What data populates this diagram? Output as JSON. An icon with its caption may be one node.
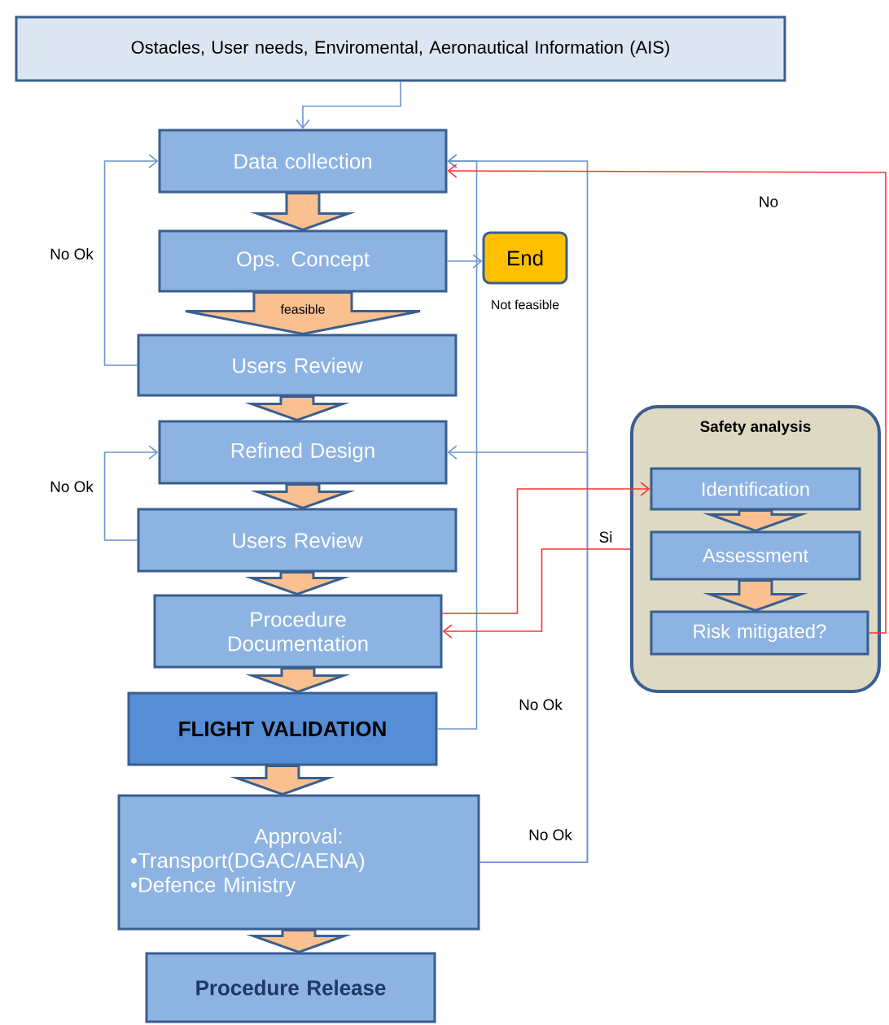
{
  "diagram": {
    "nodes": [
      {
        "text": [
          "Ostacles, User needs, Enviromental, Aeronautical Information (AIS)"
        ]
      },
      {
        "text": [
          "Data collection"
        ]
      },
      {
        "text": [
          "Ops. Concept"
        ]
      },
      {
        "text": [
          "End"
        ],
        "beside": [
          "Not feasible"
        ]
      },
      {
        "text": [
          "Users Review"
        ]
      },
      {
        "text": [
          "Refined Design"
        ]
      },
      {
        "text": [
          "Users Review"
        ]
      },
      {
        "text": [
          "Procedure Documentation"
        ]
      },
      {
        "text": [
          "FLIGHT VALIDATION"
        ]
      },
      {
        "text": [
          "Approval:",
          "•Transport(DGAC/AENA)",
          "•Defence Ministry"
        ]
      },
      {
        "text": [
          "Procedure Release"
        ]
      },
      {
        "text": [
          "Safety analysis"
        ]
      },
      {
        "text": [
          "Identification"
        ],
        "in": 11
      },
      {
        "text": [
          "Assessment"
        ],
        "in": 11
      },
      {
        "text": [
          "Risk mitigated?"
        ],
        "in": 11
      }
    ],
    "edges": [
      {
        "from": 0,
        "to": 1,
        "arrow": "to"
      },
      {
        "from": 1,
        "to": 2,
        "arrow": "to",
        "style": "thick"
      },
      {
        "from": 2,
        "to": 3,
        "arrow": "to"
      },
      {
        "from": 2,
        "to": 4,
        "arrow": "to",
        "style": "thick",
        "label": "feasible"
      },
      {
        "from": 4,
        "to": 1,
        "arrow": "to",
        "label": "No Ok"
      },
      {
        "from": 4,
        "to": 5,
        "arrow": "to",
        "style": "thick"
      },
      {
        "from": 5,
        "to": 6,
        "arrow": "to",
        "style": "thick"
      },
      {
        "from": 6,
        "to": 5,
        "arrow": "to",
        "label": "No Ok"
      },
      {
        "from": 6,
        "to": 7,
        "arrow": "to",
        "style": "thick"
      },
      {
        "from": 7,
        "to": 8,
        "arrow": "to",
        "style": "thick"
      },
      {
        "from": 8,
        "to": 9,
        "arrow": "to",
        "style": "thick"
      },
      {
        "from": 8,
        "to": 1,
        "arrow": "to",
        "label": "No Ok"
      },
      {
        "from": 9,
        "to": 10,
        "arrow": "to",
        "style": "thick"
      },
      {
        "from": 9,
        "to": 5,
        "arrow": "to",
        "label": "No Ok"
      },
      {
        "from": 9,
        "to": 1,
        "arrow": "to"
      },
      {
        "from": 7,
        "to": 12,
        "arrow": "to",
        "color": "#ff3333"
      },
      {
        "from": 11,
        "to": 7,
        "arrow": "to",
        "color": "#ff3333",
        "label": "Si"
      },
      {
        "from": 12,
        "to": 13,
        "arrow": "to",
        "style": "thick"
      },
      {
        "from": 13,
        "to": 14,
        "arrow": "to",
        "style": "thick"
      },
      {
        "from": 14,
        "to": 1,
        "arrow": "to",
        "color": "#ff3333",
        "label": "No"
      }
    ]
  }
}
